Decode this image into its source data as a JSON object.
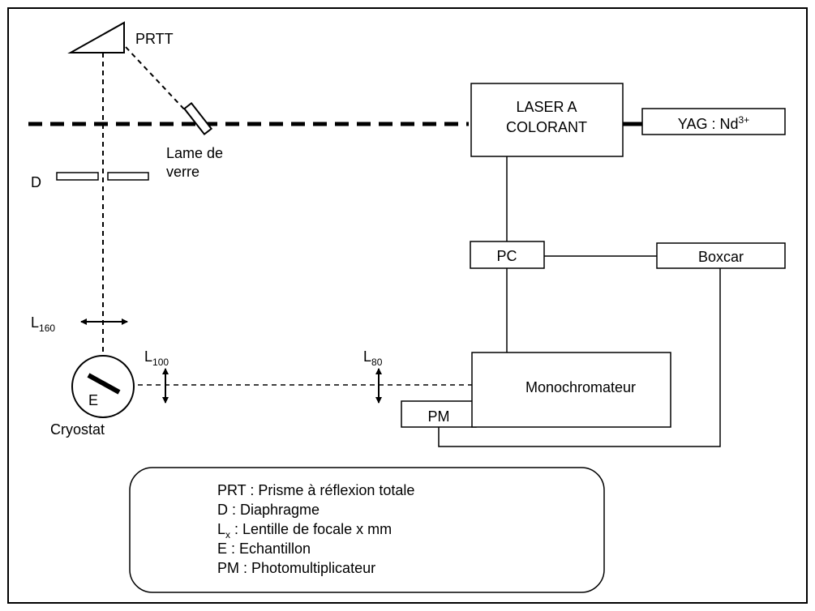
{
  "labels": {
    "prtt": "PRTT",
    "lame_line1": "Lame de",
    "lame_line2": "verre",
    "d": "D",
    "l160_main": "L",
    "l160_sub": "160",
    "l100_main": "L",
    "l100_sub": "100",
    "l80_main": "L",
    "l80_sub": "80",
    "e": "E",
    "cryostat": "Cryostat"
  },
  "boxes": {
    "laser_line1": "LASER A",
    "laser_line2": "COLORANT",
    "yag_main": "YAG : Nd",
    "yag_sup": "3+",
    "pc": "PC",
    "boxcar": "Boxcar",
    "monochromateur": "Monochromateur",
    "pm": "PM"
  },
  "legend": {
    "line1": "PRT : Prisme à réflexion totale",
    "line2": "D : Diaphragme",
    "line3_main": "L",
    "line3_sub": "x",
    "line3_rest": " : Lentille de focale x mm",
    "line4": "E : Echantillon",
    "line5": "PM : Photomultiplicateur"
  }
}
